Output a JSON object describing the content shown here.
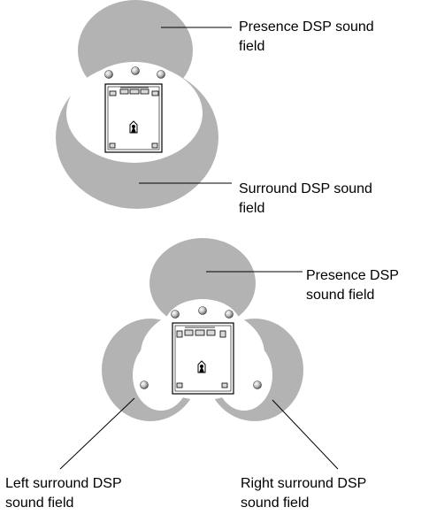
{
  "colors": {
    "sound_field": "#b3b3b3",
    "outline": "#000000",
    "speaker_light": "#e6e6e6",
    "speaker_dark": "#555555",
    "background": "#ffffff"
  },
  "icons": [
    "speaker-icon",
    "listener-icon",
    "tv-console-icon"
  ],
  "diagram_top": {
    "presence_label": "Presence DSP sound\nfield",
    "surround_label": "Surround DSP sound\nfield"
  },
  "diagram_bottom": {
    "presence_label": "Presence DSP\nsound field",
    "left_surround_label": "Left surround DSP\nsound field",
    "right_surround_label": "Right surround DSP\nsound field"
  }
}
